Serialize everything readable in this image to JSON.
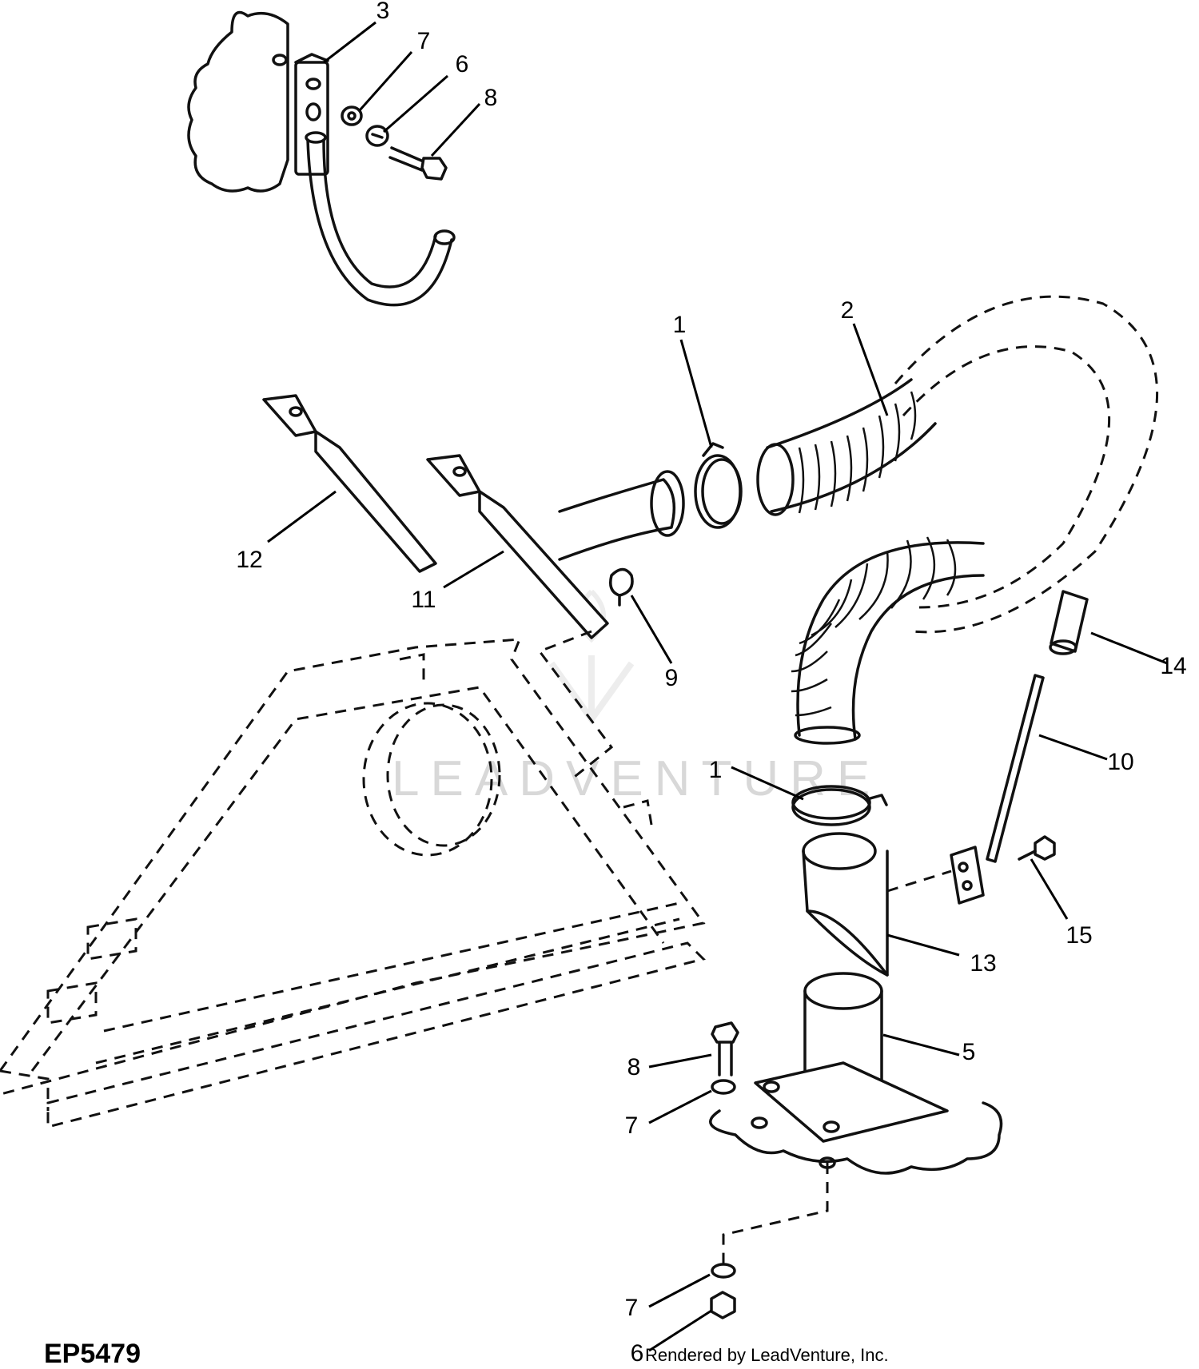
{
  "figure": {
    "code": "EP5479",
    "credit": "Rendered by LeadVenture, Inc.",
    "watermark": "LEADVENTURE"
  },
  "callouts": [
    {
      "id": "c3",
      "label": "3"
    },
    {
      "id": "c7a",
      "label": "7"
    },
    {
      "id": "c6a",
      "label": "6"
    },
    {
      "id": "c8a",
      "label": "8"
    },
    {
      "id": "c1a",
      "label": "1"
    },
    {
      "id": "c2",
      "label": "2"
    },
    {
      "id": "c12",
      "label": "12"
    },
    {
      "id": "c11",
      "label": "11"
    },
    {
      "id": "c9",
      "label": "9"
    },
    {
      "id": "c14",
      "label": "14"
    },
    {
      "id": "c10",
      "label": "10"
    },
    {
      "id": "c1b",
      "label": "1"
    },
    {
      "id": "c15",
      "label": "15"
    },
    {
      "id": "c13",
      "label": "13"
    },
    {
      "id": "c5",
      "label": "5"
    },
    {
      "id": "c8b",
      "label": "8"
    },
    {
      "id": "c7b",
      "label": "7"
    },
    {
      "id": "c7c",
      "label": "7"
    },
    {
      "id": "c6b",
      "label": "6"
    }
  ]
}
